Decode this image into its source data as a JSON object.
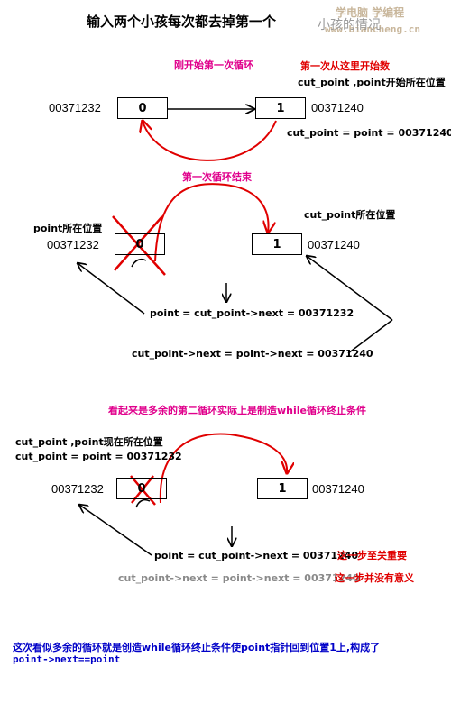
{
  "title": "输入两个小孩每次都去掉第一个",
  "watermark": {
    "line1": "学电脑 学编程",
    "url": "www.biancheng.cn",
    "overlap": "小孩的情况"
  },
  "section1": {
    "heading": "刚开始第一次循环",
    "start_note": "第一次从这里开始数",
    "position_note": "cut_point ,point开始所在位置",
    "left_addr": "00371232",
    "left_value": "0",
    "right_addr": "00371240",
    "right_value": "1",
    "eq_note": "cut_point = point = 00371240"
  },
  "section2": {
    "heading": "第一次循环结束",
    "point_label": "point所在位置",
    "cut_label": "cut_point所在位置",
    "left_addr": "00371232",
    "left_value": "0",
    "right_addr": "00371240",
    "right_value": "1",
    "eq1": "point = cut_point->next = 00371232",
    "eq2": "cut_point->next = point->next = 00371240"
  },
  "section3": {
    "heading": "看起来是多余的第二循环实际上是制造while循环终止条件",
    "label1": "cut_point ,point现在所在位置",
    "label2": "cut_point = point = 00371232",
    "left_addr": "00371232",
    "left_value": "0",
    "right_addr": "00371240",
    "right_value": "1",
    "eq1": "point = cut_point->next = 00371240",
    "eq1_note": "这一步至关重要",
    "eq2": "cut_point->next = point->next = 00371240",
    "eq2_note": "这一步并没有意义"
  },
  "conclusion": {
    "line1": "这次看似多余的循环就是创造while循环终止条件使point指针回到位置1上,构成了",
    "line2": "point->next==point"
  },
  "colors": {
    "magenta": "#e0008c",
    "red": "#e00000",
    "blue": "#0000c8",
    "gray": "#8a8a8a",
    "watermark": "#c9b79c"
  }
}
